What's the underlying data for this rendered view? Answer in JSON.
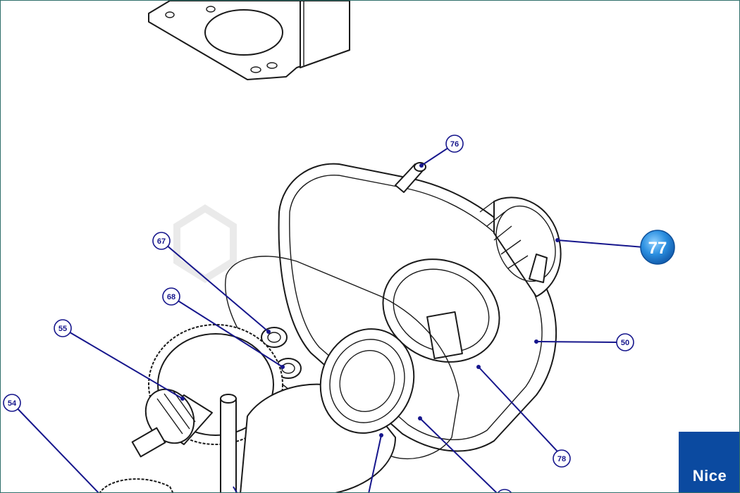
{
  "brand": {
    "name": "Nice",
    "color": "#0b4aa0"
  },
  "colors": {
    "leader": "#16168c",
    "highlight": "#2b8fe0",
    "line": "#1a1a1a"
  },
  "callouts": [
    {
      "id": "c76",
      "label": "76",
      "highlighted": false
    },
    {
      "id": "c77",
      "label": "77",
      "highlighted": true
    },
    {
      "id": "c67",
      "label": "67",
      "highlighted": false
    },
    {
      "id": "c68",
      "label": "68",
      "highlighted": false
    },
    {
      "id": "c55",
      "label": "55",
      "highlighted": false
    },
    {
      "id": "c50",
      "label": "50",
      "highlighted": false
    },
    {
      "id": "c54",
      "label": "54",
      "highlighted": false
    },
    {
      "id": "c78",
      "label": "78",
      "highlighted": false
    }
  ]
}
